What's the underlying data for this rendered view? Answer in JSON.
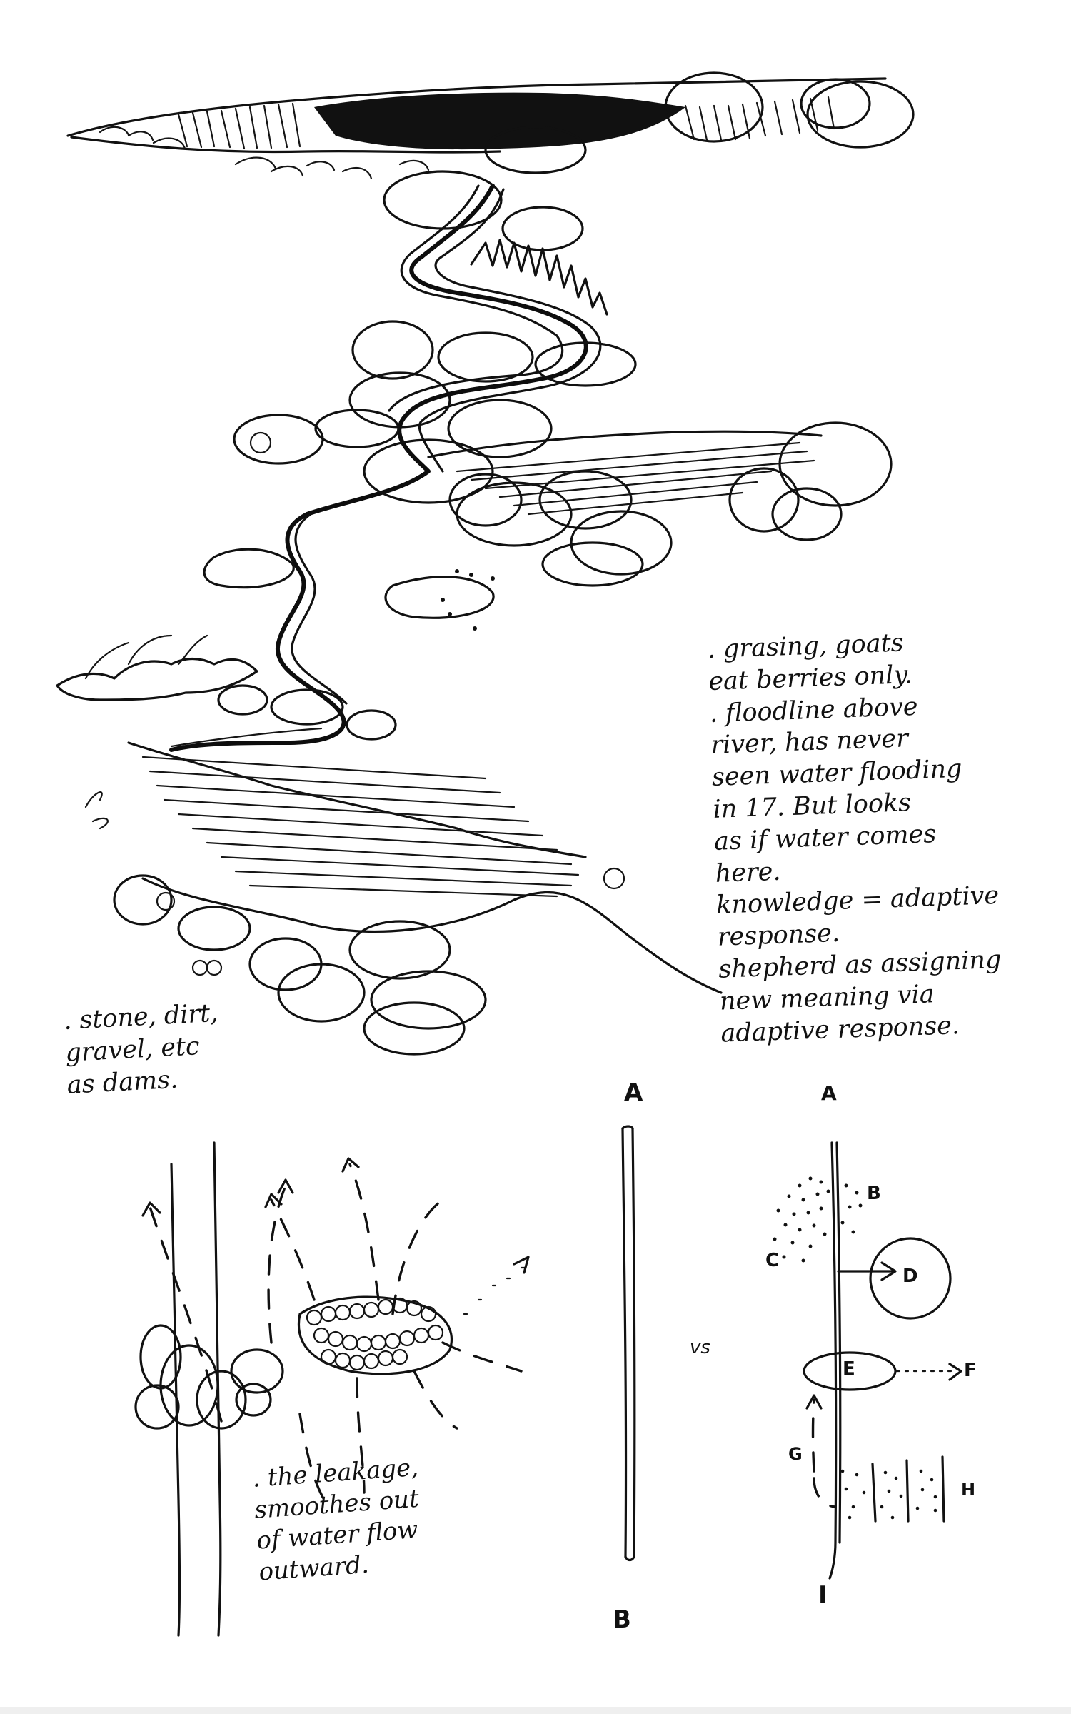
{
  "notes": {
    "browsing": ". grasing, goats\neat berries only.\n. floodline above\nriver, has never\nseen water flooding\nin 17. But looks\nas if water comes\nhere.\nknowledge = adaptive\nresponse.\nshepherd as assigning\nnew meaning via\nadaptive response.",
    "materials": ". stone, dirt,\ngravel, etc\nas dams.",
    "leakage": ". the leakage,\nsmoothes out\nof water flow\noutward."
  },
  "labels": {
    "a_left": "A",
    "b_left": "B",
    "vs": "vs",
    "a_right": "A",
    "b": "B",
    "c": "C",
    "d": "D",
    "e": "E",
    "f": "F",
    "g": "G",
    "h": "H",
    "i": "I"
  },
  "colors": {
    "ink": "#111111",
    "paper": "#ffffff"
  }
}
